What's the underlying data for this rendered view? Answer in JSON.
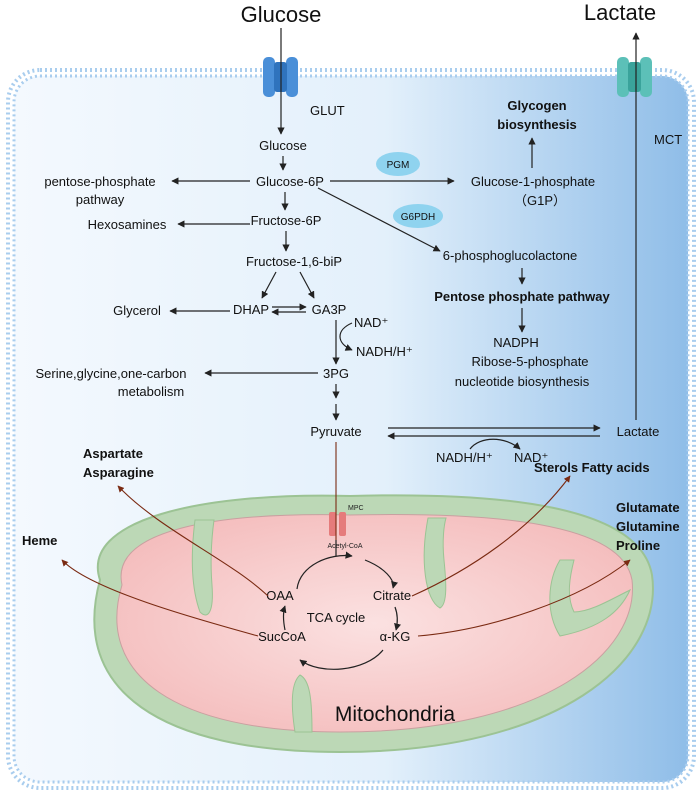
{
  "labels": {
    "glucose_top": "Glucose",
    "lactate_top": "Lactate",
    "glut": "GLUT",
    "mct": "MCT",
    "glucose": "Glucose",
    "glucose_6p": "Glucose-6P",
    "fructose_6p": "Fructose-6P",
    "fructose_bip": "Fructose-1,6-biP",
    "dhap": "DHAP",
    "ga3p": "GA3P",
    "pg3": "3PG",
    "pyruvate": "Pyruvate",
    "lactate": "Lactate",
    "ppp_line1": "pentose-phosphate",
    "ppp_line2": "pathway",
    "hexosamines": "Hexosamines",
    "glycerol": "Glycerol",
    "serine_line1": "Serine,glycine,one-carbon",
    "serine_line2": "metabolism",
    "nad_plus": "NAD⁺",
    "nadh_h": "NADH/H⁺",
    "nadh_h_2": "NADH/H⁺",
    "nad_plus_2": "NAD⁺",
    "pgm": "PGM",
    "g6pdh": "G6PDH",
    "g1p_line1": "Glucose-1-phosphate",
    "g1p_line2": "（G1P）",
    "glycogen_line1": "Glycogen",
    "glycogen_line2": "biosynthesis",
    "phosphoglucolactone": "6-phosphoglucolactone",
    "ppp_bold": "Pentose phosphate pathway",
    "nadph": "NADPH",
    "ribose": "Ribose-5-phosphate",
    "nucleotide": "nucleotide biosynthesis",
    "aspartate": "Aspartate",
    "asparagine": "Asparagine",
    "heme": "Heme",
    "sterols": "Sterols Fatty acids",
    "glutamate": "Glutamate",
    "glutamine": "Glutamine",
    "proline": "Proline",
    "mpc": "MPC",
    "acetyl_coa": "Acetyl-CoA",
    "oaa": "OAA",
    "citrate": "Citrate",
    "tca": "TCA cycle",
    "succoa": "SucCoA",
    "akg": "α-KG",
    "mitochondria": "Mitochondria"
  },
  "colors": {
    "cell_fill_left": "#f4f9fe",
    "cell_fill_right": "#8fbde8",
    "membrane": "#a9cdee",
    "glut": "#4a8fd8",
    "mct": "#5cc0b8",
    "enzyme_bubble": "#8fd3ef",
    "mito_outer": "#bcd8b6",
    "mito_inner": "#f7c9c9",
    "mpc": "#e57b7b",
    "branch_arrow": "#7a2a12"
  }
}
